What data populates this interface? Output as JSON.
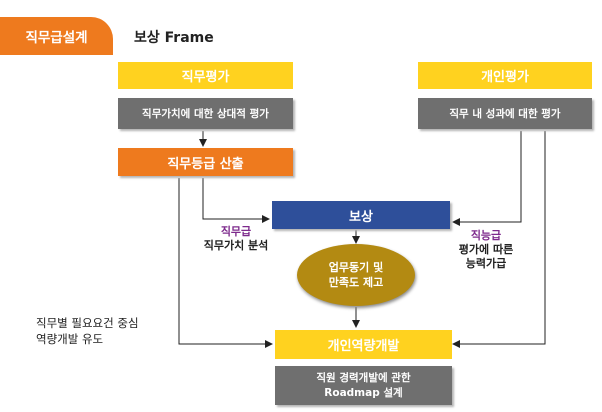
{
  "header": {
    "tab_label": "직무급설계",
    "title": "보상 Frame"
  },
  "nodes": {
    "job_eval": "직무평가",
    "job_eval_desc": "직무가치에 대한 상대적 평가",
    "job_grade": "직무등급 산출",
    "personal_eval": "개인평가",
    "personal_eval_desc": "직무 내 성과에 대한 평가",
    "compensation": "보상",
    "motivation_line1": "업무동기 및",
    "motivation_line2": "만족도 제고",
    "personal_dev": "개인역량개발",
    "roadmap_line1": "직원 경력개발에 관한",
    "roadmap_line2": "Roadmap 설계"
  },
  "labels": {
    "job_pay_title": "직무급",
    "job_pay_desc": "직무가치 분석",
    "ability_pay_title": "직능급",
    "ability_pay_desc_line1": "평가에 따른",
    "ability_pay_desc_line2": "능력가급",
    "left_note_line1": "직무별 필요요건 중심",
    "left_note_line2": "역량개발 유도"
  },
  "colors": {
    "orange": "#ee7a1e",
    "yellow": "#ffd21f",
    "grey": "#6f6f6f",
    "navy": "#2e4f9a",
    "olive": "#b38a12",
    "purple": "#7d2a8c"
  }
}
